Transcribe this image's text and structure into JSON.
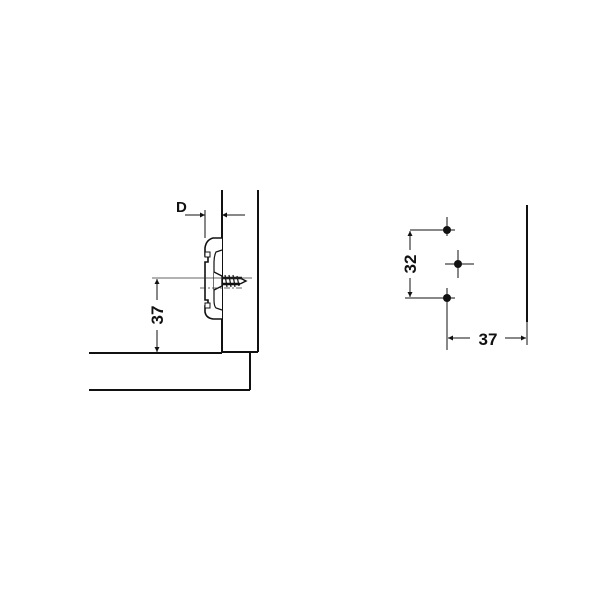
{
  "drawing": {
    "left_view": {
      "dimension_depth_label": "D",
      "dimension_height_label": "37"
    },
    "right_view": {
      "dimension_hole_spacing_label": "32",
      "dimension_offset_label": "37"
    },
    "colors": {
      "line": "#111111",
      "thin_line": "#333333",
      "background": "#ffffff"
    }
  }
}
